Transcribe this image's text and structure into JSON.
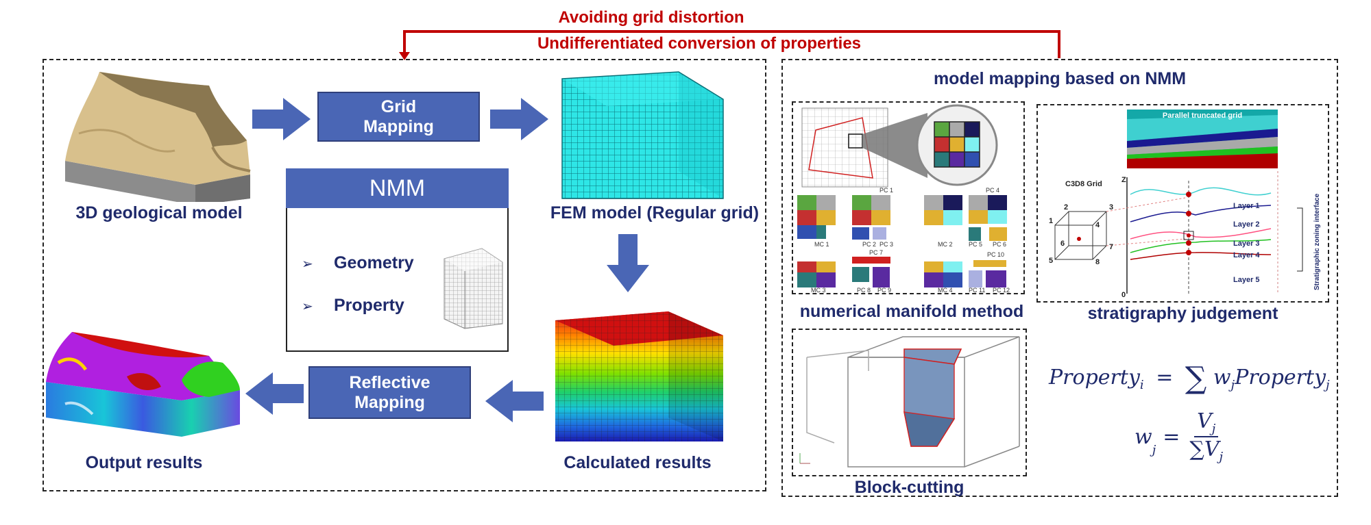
{
  "feedback": {
    "line1": "Avoiding grid distortion",
    "line2": "Undifferentiated conversion of properties",
    "color": "#c00000"
  },
  "workflow": {
    "geo_model_label": "3D geological model",
    "grid_mapping_label": "Grid Mapping",
    "fem_model_label": "FEM model (Regular grid)",
    "calculated_label": "Calculated results",
    "reflective_mapping_label": "Reflective Mapping",
    "output_label": "Output results",
    "arrow_color": "#4a66b5"
  },
  "nmm_panel": {
    "title": "NMM",
    "items": [
      "Geometry",
      "Property"
    ],
    "bullet": "➢"
  },
  "right_panel": {
    "title": "model mapping based on NMM",
    "nmm_caption": "numerical manifold method",
    "strat_caption": "stratigraphy judgement",
    "block_caption": "Block-cutting",
    "strat": {
      "grid_title": "Parallel truncated grid",
      "c3d8": "C3D8 Grid",
      "vertical_label": "Stratigraphic zoning interface",
      "layers": [
        "Layer 1",
        "Layer 2",
        "Layer 3",
        "Layer 4",
        "Layer 5"
      ],
      "z_axis": "Z",
      "origin": "0",
      "node_numbers": [
        "1",
        "2",
        "3",
        "4",
        "5",
        "6",
        "7",
        "8"
      ]
    },
    "nmm_labels": {
      "pc": [
        "PC 1",
        "PC 4",
        "PC 2",
        "PC 3",
        "PC 5",
        "PC 6",
        "PC 7",
        "PC 8",
        "PC 9",
        "PC 10",
        "PC 11",
        "PC 12"
      ],
      "mc": [
        "MC 1",
        "MC 2",
        "MC 3",
        "MC 4"
      ]
    }
  },
  "formulas": {
    "f1_lhs": "Property",
    "f1_lhs_sub": "i",
    "f1_eq": "=",
    "f1_sum": "∑",
    "f1_w": "w",
    "f1_w_sub": "j",
    "f1_rhs": "Property",
    "f1_rhs_sub": "j",
    "f2_w": "w",
    "f2_w_sub": "j",
    "f2_eq": "=",
    "f2_num": "V",
    "f2_num_sub": "j",
    "f2_den_sum": "∑",
    "f2_den": "V",
    "f2_den_sub": "j"
  }
}
